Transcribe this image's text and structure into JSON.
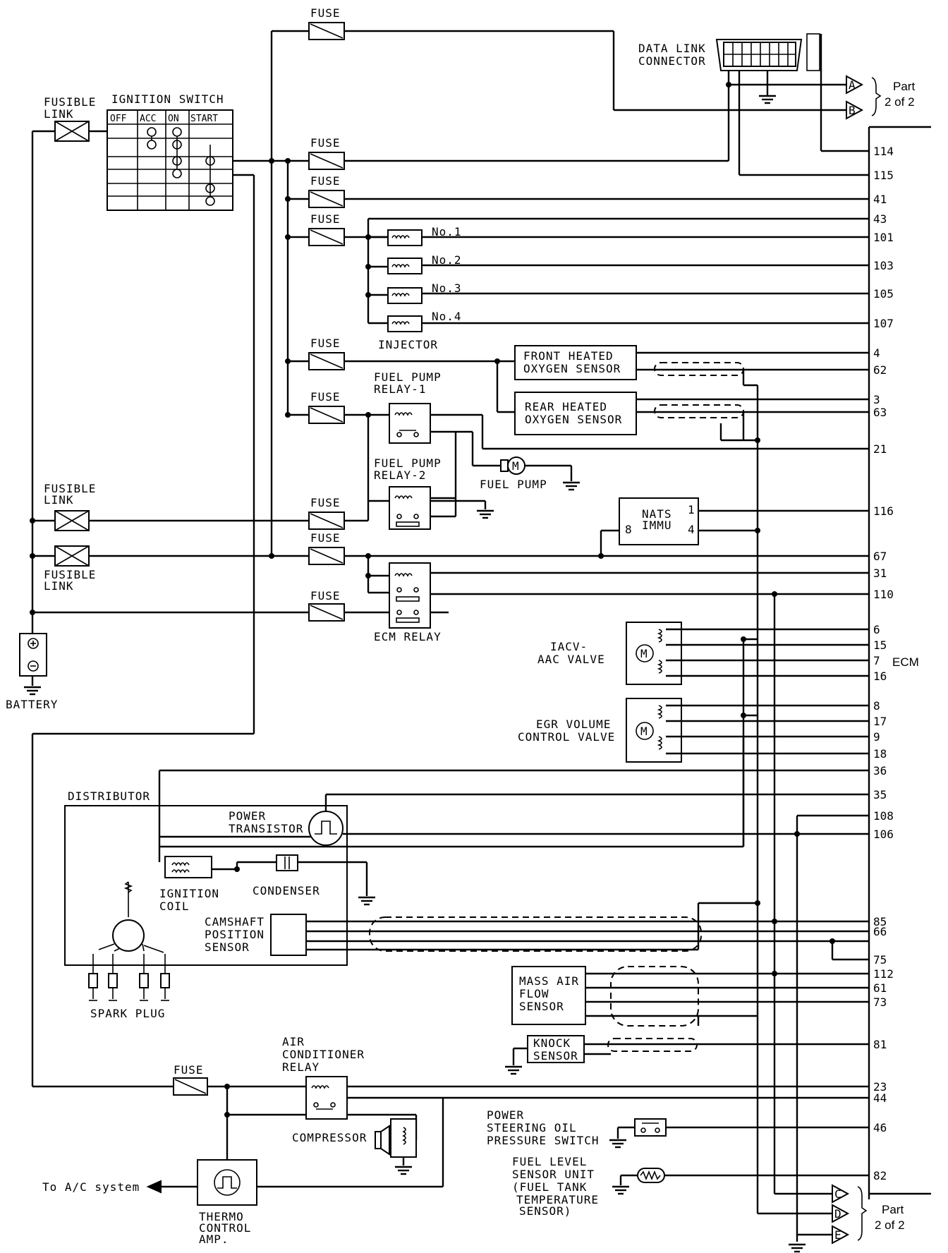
{
  "ecm": {
    "label": "ECM",
    "pins": [
      "114",
      "115",
      "41",
      "43",
      "101",
      "103",
      "105",
      "107",
      "4",
      "62",
      "3",
      "63",
      "21",
      "116",
      "67",
      "31",
      "110",
      "6",
      "15",
      "7",
      "16",
      "8",
      "17",
      "9",
      "18",
      "36",
      "35",
      "108",
      "106",
      "85",
      "66",
      "75",
      "112",
      "61",
      "73",
      "81",
      "23",
      "44",
      "46",
      "82"
    ]
  },
  "labels": {
    "fuse": "FUSE",
    "fusible_link": [
      "FUSIBLE",
      "LINK"
    ],
    "ignition_switch": "IGNITION SWITCH",
    "ignition_columns": [
      "OFF",
      "ACC",
      "ON",
      "START"
    ],
    "data_link_connector": [
      "DATA LINK",
      "CONNECTOR"
    ],
    "part_1_of_2": [
      "Part",
      "2 of 2"
    ],
    "connector_refs": [
      "A",
      "B",
      "C",
      "D",
      "E"
    ],
    "injectors": [
      "No.1",
      "No.2",
      "No.3",
      "No.4"
    ],
    "injector": "INJECTOR",
    "front_o2": [
      "FRONT HEATED",
      "OXYGEN SENSOR"
    ],
    "rear_o2": [
      "REAR HEATED",
      "OXYGEN SENSOR"
    ],
    "fuel_pump_relay_1": [
      "FUEL PUMP",
      "RELAY-1"
    ],
    "fuel_pump_relay_2": [
      "FUEL PUMP",
      "RELAY-2"
    ],
    "fuel_pump": "FUEL PUMP",
    "nats": [
      "NATS",
      "IMMU"
    ],
    "nats_pins": [
      "1",
      "4",
      "8"
    ],
    "ecm_relay": "ECM RELAY",
    "battery": "BATTERY",
    "iacv": [
      "IACV-",
      "AAC VALVE"
    ],
    "egr": [
      "EGR VOLUME",
      "CONTROL VALVE"
    ],
    "motor": "M",
    "distributor": "DISTRIBUTOR",
    "power_transistor": [
      "POWER",
      "TRANSISTOR"
    ],
    "ignition_coil": [
      "IGNITION",
      "COIL"
    ],
    "condenser": "CONDENSER",
    "camshaft": [
      "CAMSHAFT",
      "POSITION",
      "SENSOR"
    ],
    "spark_plug": "SPARK PLUG",
    "maf": [
      "MASS AIR",
      "FLOW",
      "SENSOR"
    ],
    "knock": [
      "KNOCK",
      "SENSOR"
    ],
    "ac_relay": [
      "AIR",
      "CONDITIONER",
      "RELAY"
    ],
    "compressor": "COMPRESSOR",
    "to_ac": "To A/C system",
    "thermo": [
      "THERMO",
      "CONTROL",
      "AMP."
    ],
    "ps_switch": [
      "POWER",
      "STEERING OIL",
      "PRESSURE SWITCH"
    ],
    "fuel_level": [
      "FUEL LEVEL",
      "SENSOR UNIT",
      "(FUEL TANK",
      "TEMPERATURE",
      "SENSOR)"
    ]
  }
}
